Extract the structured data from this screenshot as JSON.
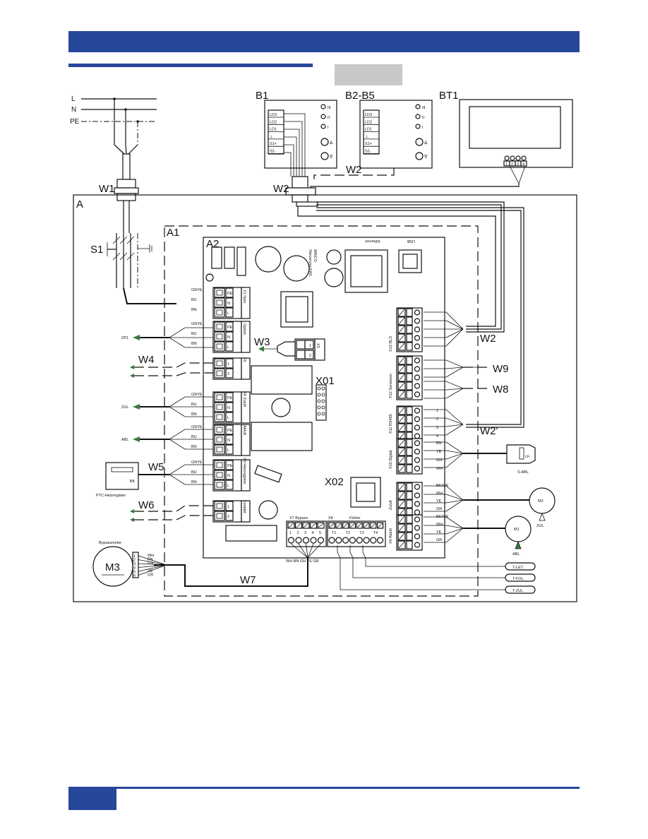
{
  "labels": {
    "L": "L",
    "N": "N",
    "PE": "PE",
    "B1": "B1",
    "B2B5": "B2-B5",
    "BT1": "BT1",
    "W1": "W1",
    "W2top": "W2",
    "W2": "W2",
    "W2b": "W2'",
    "W3": "W3",
    "W4": "W4",
    "W5": "W5",
    "W6": "W6",
    "W7": "W7",
    "W8": "W8",
    "W9": "W9",
    "A": "A",
    "A1": "A1",
    "A2": "A2",
    "S1": "S1",
    "M3": "M3",
    "X01": "X01",
    "X02": "X02",
    "ethernet": "Ethernet",
    "usb": "USB",
    "maico": "MAICO",
    "steuerung": "Steuerung KWL",
    "x1": "X1 Netz",
    "option": "Option",
    "x5": "X5",
    "x3": "X3",
    "x4": "X4 Zuluft",
    "abluft": "Abluft",
    "x9": "X9 Heizregister",
    "kontakt": "Kontakt",
    "x7": "X7 Bypass",
    "x8": "X8",
    "fuehler": "Fühler",
    "x13": "X13 RLS",
    "x12": "X12 Sensoren",
    "x11": "X11 RS485",
    "x10": "X10 Digital",
    "zuluft": "Zuluft",
    "x9b": "X9 Abluft",
    "zp1": "ZP1",
    "zul": "ZUL",
    "abl": "ABL",
    "ptc": "PTC-Heizregister",
    "bk": "BK",
    "bypassmotor": "Bypassmotor",
    "s_abl": "S-ABL",
    "rf": "r.F.",
    "m1": "M1",
    "m2": "M2",
    "m1_abl": "ABL",
    "m2_zul": "ZUL",
    "t_let": "T-LET",
    "t_fol": "T-FOL",
    "t_zul": "T-ZUL"
  },
  "control_unit_leds": [
    "III",
    "II",
    "I"
  ],
  "control_unit_terminals": [
    "LD3",
    "LD2",
    "LD1",
    "⊥",
    "S1+",
    "S2-"
  ],
  "bt1_terminals": [
    "1",
    "2",
    "3",
    "4"
  ],
  "power_wire_colors": [
    "GNYE",
    "BU",
    "BN"
  ],
  "terminal_row_labels": [
    "PE",
    "N",
    "L"
  ],
  "rs485_numbers": [
    "1",
    "2",
    "3",
    "4"
  ],
  "sensor_wires": [
    "BN",
    "YE",
    "GN",
    "WH"
  ],
  "motor_wires": [
    "BK/GR",
    "WH",
    "YE",
    "GR"
  ],
  "bypass_pins": [
    "1",
    "2",
    "3",
    "4",
    "5"
  ],
  "bypass_wires": "WH BN GN YE GR",
  "fuehler_pins": [
    "T1",
    "T2",
    "T3",
    "T4"
  ],
  "bypassmotor_pins": [
    "1",
    "2",
    "3",
    "4",
    "5",
    "6"
  ],
  "bypassmotor_wires": [
    "WH",
    "BN",
    "GN",
    "",
    "YE",
    "GR"
  ],
  "colors": {
    "header": "#27479a",
    "tab": "#c8c8c8",
    "line": "#111111"
  }
}
